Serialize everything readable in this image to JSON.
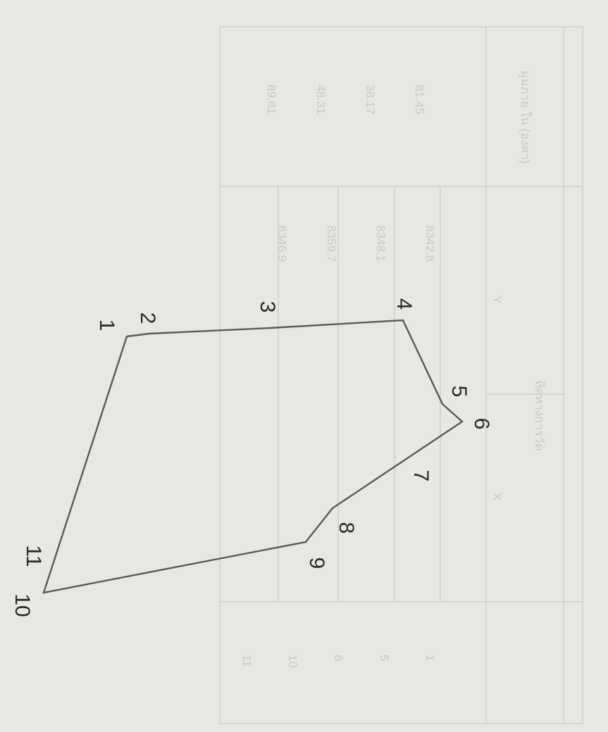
{
  "diagram": {
    "vertex_labels": [
      "1",
      "2",
      "3",
      "4",
      "5",
      "6",
      "7",
      "8",
      "9",
      "10",
      "11"
    ]
  },
  "faint_table": {
    "header": "ทิศทางการวัด",
    "left_header": "มุมภาย\nใน (องศา)",
    "col_y": "Y",
    "col_x": "X",
    "left_values": [
      "81.45",
      "38.17",
      "48.31",
      "89.81"
    ],
    "mid_values": [
      "8342.8",
      "8348.1",
      "8359.7",
      "8346.9"
    ],
    "right_values": [
      "1",
      "5",
      "6",
      "10",
      "11"
    ]
  }
}
